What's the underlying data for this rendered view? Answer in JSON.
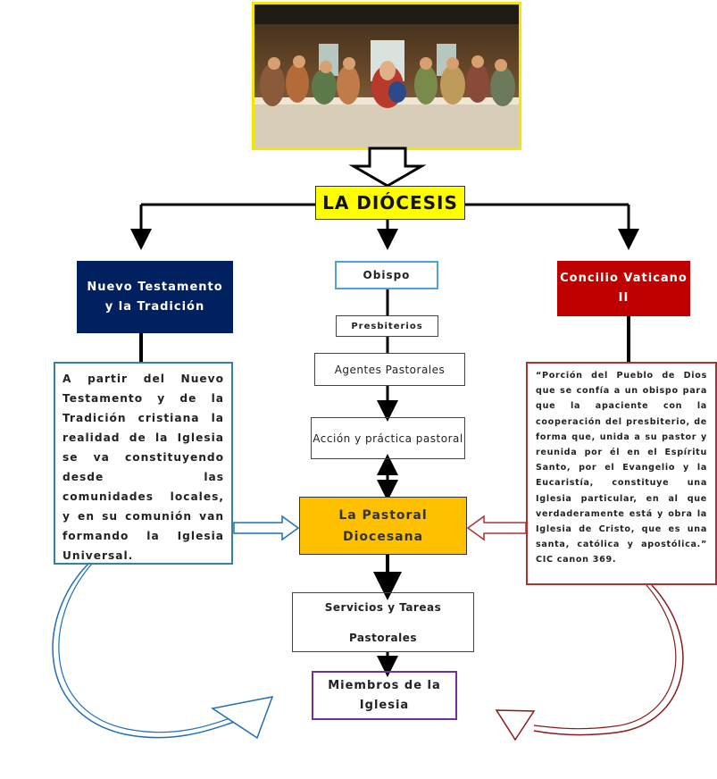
{
  "diagram": {
    "title": "LA DIÓCESIS",
    "left_source": "Nuevo Testamento y la Tradición",
    "right_source": "Concilio Vaticano II",
    "center_chain": {
      "obispo": "Obispo",
      "presbiterios": "Presbiterios",
      "agentes": "Agentes Pastorales",
      "accion": "Acción y práctica pastoral",
      "pastoral": "La Pastoral Diocesana",
      "servicios": "Servicios y Tareas Pastorales",
      "miembros": "Miembros de la Iglesia"
    },
    "left_description": "A partir del Nuevo Testamento y de la Tradición cristiana la realidad de la Iglesia se va constituyendo desde las comunidades locales, y en su comunión van formando la Iglesia Universal.",
    "right_quote": "“Porción del Pueblo de Dios que se confía a un obispo para que la apaciente con la cooperación del presbiterio, de forma que, unida a su pastor y reunida por él en el Espíritu Santo, por el Evangelio y la Eucaristía, constituye una Iglesia particular, en al que verdaderamente está y obra la Iglesia de Cristo, que es una santa, católica y apostólica.” CIC canon 369.",
    "colors": {
      "title_fill": "#ffff00",
      "left_fill": "#002060",
      "right_fill": "#c00000",
      "pastoral_fill": "#ffc000",
      "left_border": "#31849b",
      "right_border": "#b03030",
      "obispo_border": "#4ba3d9",
      "miembros_border": "#7030a0"
    },
    "top_image": "last-supper-painting"
  }
}
